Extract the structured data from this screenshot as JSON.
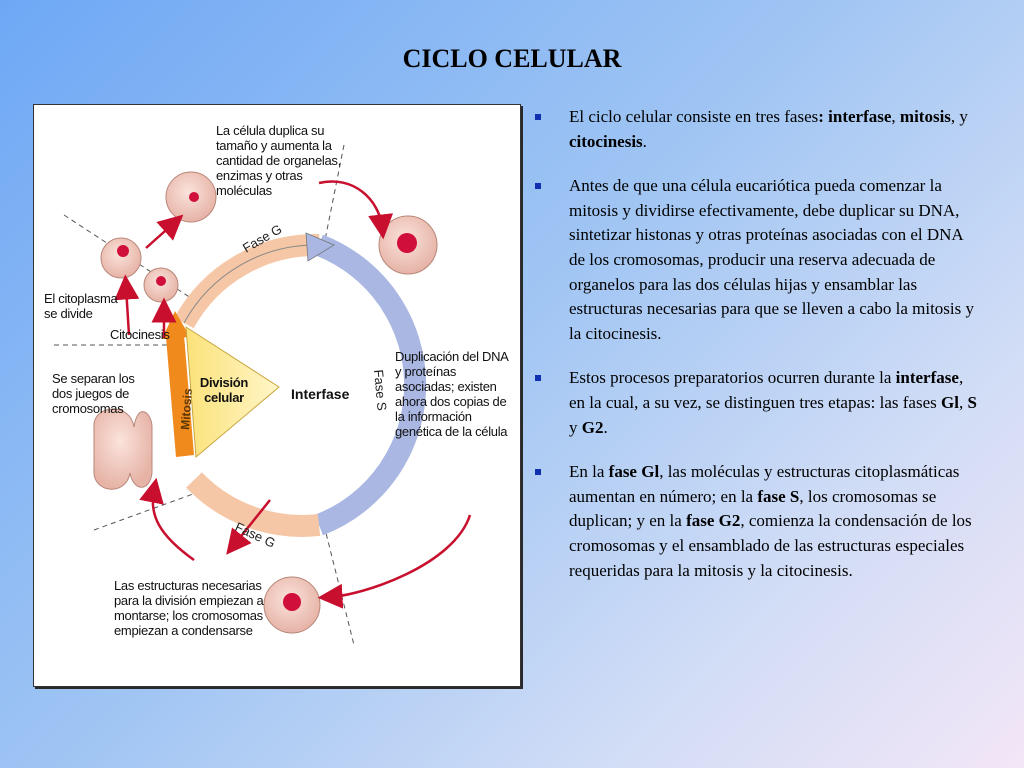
{
  "title": "CICLO CELULAR",
  "figure": {
    "notes": {
      "top": "La célula duplica su tamaño y aumenta la cantidad de organelas, enzimas y otras moléculas",
      "left_divide": "El citoplasma se divide",
      "cytokinesis": "Citocinesis",
      "separate": "Se separan los dos juegos de cromosomas",
      "right": "Duplicación del DNA y proteínas asociadas; existen ahora dos copias de la información genética de la célula",
      "bottom": "Las estructuras necesarias para la división empiezan a montarse; los cromosomas empiezan a condensarse"
    },
    "center": {
      "division": "División celular",
      "mitosis": "Mitosis",
      "interphase": "Interfase",
      "fase_g_top": "Fase G",
      "fase_s": "Fase S",
      "fase_g_bottom": "Fase G"
    }
  },
  "bullets": [
    {
      "parts": [
        {
          "t": "El ciclo celular consiste en tres fases",
          "b": false
        },
        {
          "t": ": interfase",
          "b": true
        },
        {
          "t": ", ",
          "b": false
        },
        {
          "t": "mitosis",
          "b": true
        },
        {
          "t": ", y ",
          "b": false
        },
        {
          "t": "citocinesis",
          "b": true
        },
        {
          "t": ".",
          "b": false
        }
      ]
    },
    {
      "parts": [
        {
          "t": "Antes de que una célula eucariótica pueda comenzar la mitosis y dividirse efectivamente, debe duplicar su DNA, sintetizar histonas y otras proteínas asociadas con el DNA de los cromosomas, producir una reserva adecuada de organelos para las dos células hijas y ensamblar las estructuras necesarias para que se lleven a cabo la mitosis y la citocinesis.",
          "b": false
        }
      ]
    },
    {
      "parts": [
        {
          "t": "Estos procesos preparatorios ocurren durante la ",
          "b": false
        },
        {
          "t": "interfase",
          "b": true
        },
        {
          "t": ", en la cual, a su vez, se distinguen tres etapas: las fases ",
          "b": false
        },
        {
          "t": "Gl",
          "b": true
        },
        {
          "t": ", ",
          "b": false
        },
        {
          "t": "S",
          "b": true
        },
        {
          "t": " y ",
          "b": false
        },
        {
          "t": "G2",
          "b": true
        },
        {
          "t": ".",
          "b": false
        }
      ]
    },
    {
      "parts": [
        {
          "t": "En la ",
          "b": false
        },
        {
          "t": "fase Gl",
          "b": true
        },
        {
          "t": ", las moléculas y estructuras citoplasmáticas aumentan en número; en la ",
          "b": false
        },
        {
          "t": "fase S",
          "b": true
        },
        {
          "t": ", los cromosomas se duplican; y en la ",
          "b": false
        },
        {
          "t": "fase G2",
          "b": true
        },
        {
          "t": ", comienza la condensación de los cromosomas y el ensamblado de las estructuras especiales requeridas para la mitosis y la citocinesis.",
          "b": false
        }
      ]
    }
  ]
}
